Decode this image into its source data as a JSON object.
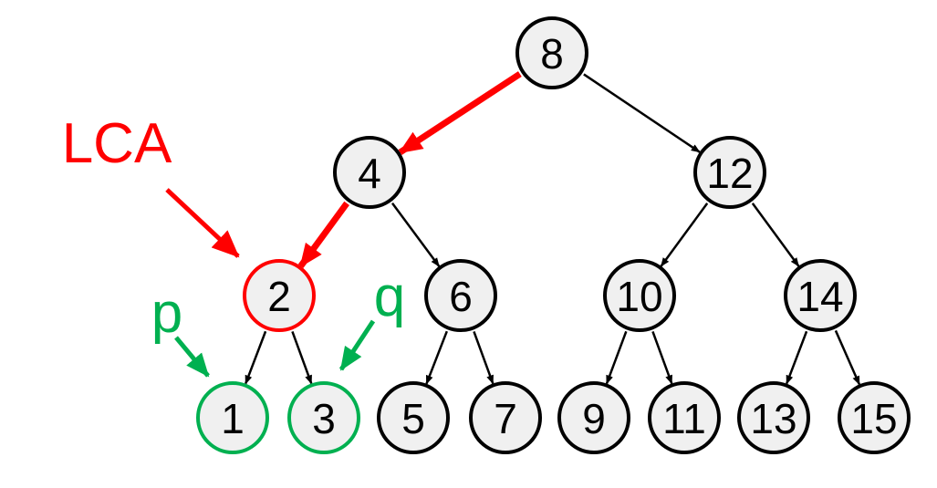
{
  "colors": {
    "default": "#000000",
    "highlight": "#ff0000",
    "target": "#00b050",
    "node_fill": "#f0f0f0"
  },
  "tree": {
    "nodes": [
      {
        "id": "8",
        "label": "8",
        "status": "default"
      },
      {
        "id": "4",
        "label": "4",
        "status": "default"
      },
      {
        "id": "12",
        "label": "12",
        "status": "default"
      },
      {
        "id": "2",
        "label": "2",
        "status": "highlight"
      },
      {
        "id": "6",
        "label": "6",
        "status": "default"
      },
      {
        "id": "10",
        "label": "10",
        "status": "default"
      },
      {
        "id": "14",
        "label": "14",
        "status": "default"
      },
      {
        "id": "1",
        "label": "1",
        "status": "target"
      },
      {
        "id": "3",
        "label": "3",
        "status": "target"
      },
      {
        "id": "5",
        "label": "5",
        "status": "default"
      },
      {
        "id": "7",
        "label": "7",
        "status": "default"
      },
      {
        "id": "9",
        "label": "9",
        "status": "default"
      },
      {
        "id": "11",
        "label": "11",
        "status": "default"
      },
      {
        "id": "13",
        "label": "13",
        "status": "default"
      },
      {
        "id": "15",
        "label": "15",
        "status": "default"
      }
    ],
    "edges": [
      {
        "from": "8",
        "to": "4",
        "status": "highlight"
      },
      {
        "from": "8",
        "to": "12",
        "status": "default"
      },
      {
        "from": "4",
        "to": "2",
        "status": "highlight"
      },
      {
        "from": "4",
        "to": "6",
        "status": "default"
      },
      {
        "from": "12",
        "to": "10",
        "status": "default"
      },
      {
        "from": "12",
        "to": "14",
        "status": "default"
      },
      {
        "from": "2",
        "to": "1",
        "status": "default"
      },
      {
        "from": "2",
        "to": "3",
        "status": "default"
      },
      {
        "from": "6",
        "to": "5",
        "status": "default"
      },
      {
        "from": "6",
        "to": "7",
        "status": "default"
      },
      {
        "from": "10",
        "to": "9",
        "status": "default"
      },
      {
        "from": "10",
        "to": "11",
        "status": "default"
      },
      {
        "from": "14",
        "to": "13",
        "status": "default"
      },
      {
        "from": "14",
        "to": "15",
        "status": "default"
      }
    ]
  },
  "annotations": [
    {
      "id": "lca",
      "text": "LCA",
      "target": "2",
      "status": "highlight"
    },
    {
      "id": "p",
      "text": "p",
      "target": "1",
      "status": "target"
    },
    {
      "id": "q",
      "text": "q",
      "target": "3",
      "status": "target"
    }
  ]
}
